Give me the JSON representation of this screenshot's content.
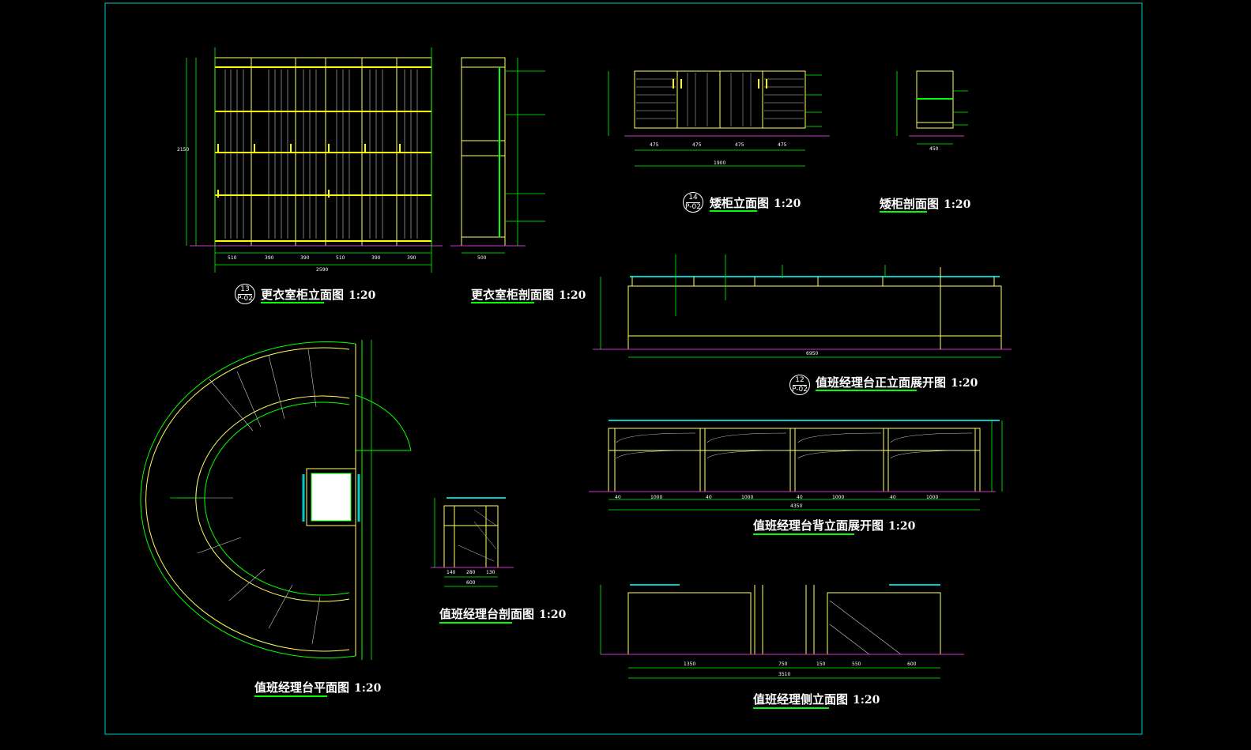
{
  "drawings": {
    "locker_elevation": {
      "title": "更衣室柜立面图",
      "scale": "1:20",
      "tag_top": "13",
      "tag_bottom": "P-02"
    },
    "locker_section": {
      "title": "更衣室柜剖面图",
      "scale": "1:20"
    },
    "low_cabinet_elevation": {
      "title": "矮柜立面图",
      "scale": "1:20",
      "tag_top": "14",
      "tag_bottom": "P-02"
    },
    "low_cabinet_section": {
      "title": "矮柜剖面图",
      "scale": "1:20"
    },
    "desk_front_unfold": {
      "title": "值班经理台正立面展开图",
      "scale": "1:20",
      "tag_top": "12",
      "tag_bottom": "P-02"
    },
    "desk_back_unfold": {
      "title": "值班经理台背立面展开图",
      "scale": "1:20"
    },
    "desk_plan": {
      "title": "值班经理台平面图",
      "scale": "1:20"
    },
    "desk_section": {
      "title": "值班经理台剖面图",
      "scale": "1:20"
    },
    "desk_side": {
      "title": "值班经理侧立面图",
      "scale": "1:20"
    }
  },
  "dims": {
    "locker_widths": [
      "510",
      "390",
      "390",
      "510",
      "390",
      "390"
    ],
    "locker_total": "2590",
    "locker_total_height": "2150",
    "locker_section_width": "500",
    "low_cab_widths": [
      "475",
      "475",
      "475",
      "475"
    ],
    "low_cab_total": "1900",
    "low_cab_section_width": "450",
    "front_total": "6950",
    "back_widths": [
      "40",
      "1000",
      "40",
      "1000",
      "40",
      "1000",
      "40",
      "1000"
    ],
    "back_total": "4350",
    "section_widths": [
      "140",
      "280",
      "130"
    ],
    "section_total": "600",
    "side_widths": [
      "1350",
      "750",
      "150",
      "550",
      "600"
    ],
    "side_total": "3510"
  }
}
